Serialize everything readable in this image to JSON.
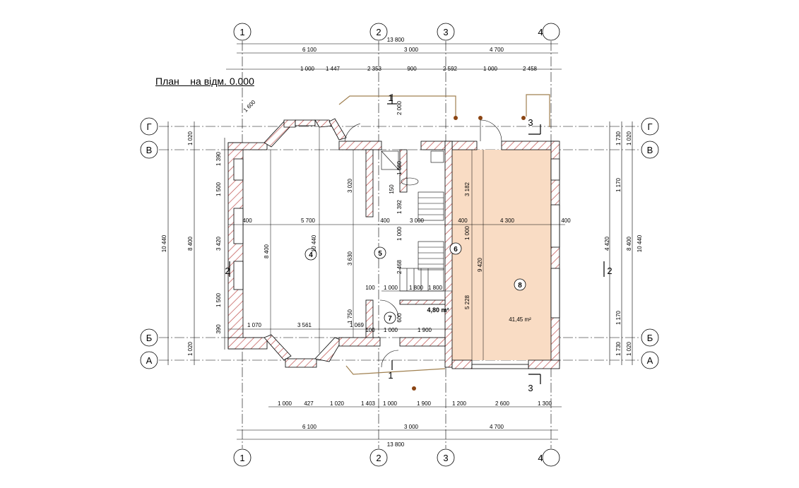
{
  "title": "План    на відм. 0.000",
  "axes": {
    "vertical": [
      "1",
      "2",
      "3",
      "4"
    ],
    "horizontal": [
      "Г",
      "В",
      "Б",
      "А"
    ]
  },
  "rooms": {
    "r4": "4",
    "r5": "5",
    "r6": "6",
    "r7": "7",
    "r8": "8"
  },
  "areas": {
    "a7": "4,80 m²",
    "a8": "41,45 m²"
  },
  "sections": {
    "s1": "1",
    "s2": "2",
    "s3": "3"
  },
  "dims": {
    "top_total": "13 800",
    "top_row1": [
      "6 100",
      "3 000",
      "4 700"
    ],
    "top_row2": [
      "1 000",
      "1 447",
      "2 353",
      "900",
      "2 592",
      "1 000",
      "2 458"
    ],
    "bottom_row1": [
      "1 000",
      "427",
      "1 020",
      "1 403",
      "1 000",
      "1 900",
      "1 200",
      "2 600",
      "1 300"
    ],
    "bottom_row2": [
      "6 100",
      "3 000",
      "4 700"
    ],
    "bottom_total": "13 800",
    "left_outer": "10 440",
    "left_mid": "8 400",
    "left_top": "1 020",
    "left_bottom": "1 020",
    "left_inner": [
      "1 390",
      "1 500",
      "3 420",
      "1 500",
      "390"
    ],
    "right_outer": "10 440",
    "right_mid": "8 400",
    "right_top": "1 020",
    "right_bottom": "1 020",
    "right_inner": [
      "1 730",
      "1 170",
      "4 420",
      "1 170",
      "1 730"
    ],
    "interior": {
      "d5700": "5 700",
      "d400a": "400",
      "d400b": "400",
      "d400c": "400",
      "d400d": "400",
      "d3000": "3 000",
      "d4300": "4 300",
      "d10440": "10 440",
      "d8400": "8 400",
      "d3020": "3 020",
      "d3630": "3 630",
      "d1750": "1 750",
      "d3182": "3 182",
      "d9420": "9 420",
      "d5228": "5 228",
      "d1070": "1 070",
      "d3561": "3 561",
      "d1069": "1 069",
      "d1000a": "1 000",
      "d1900": "1 900",
      "d100a": "100",
      "d1000b": "1 000",
      "d1800a": "1 800",
      "d1800b": "1 800",
      "d100b": "100",
      "d150": "150",
      "d1392": "1 392",
      "d1660": "1 660",
      "d2468": "2 468",
      "d600": "600",
      "d1000c": "1 000",
      "d2000": "2 000",
      "d1000d": "1 000",
      "d1600": "1 600"
    }
  }
}
